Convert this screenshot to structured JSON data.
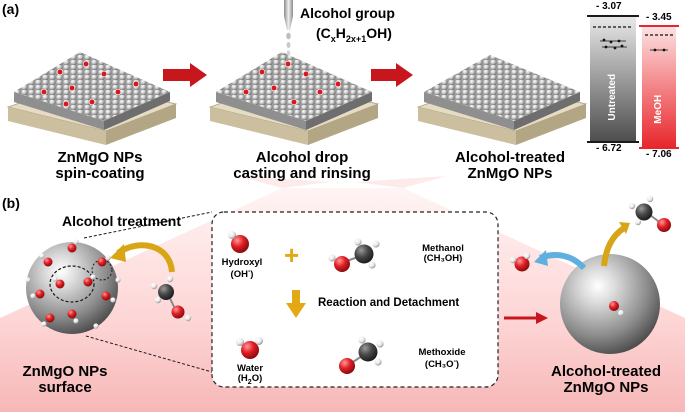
{
  "colors": {
    "panel_red": "#e8262b",
    "arrow_red": "#c8171c",
    "gold_arrow": "#d8a516",
    "blue_arrow": "#5fb0e0",
    "untreated_gray": "#5a5a5a",
    "meoh_red": "#e8262b",
    "substrate": "#e6dcc4",
    "oxygen_red": "#d8171c",
    "carbon_gray": "#444444"
  },
  "panel_a": {
    "label": "(a)",
    "step1": {
      "line1": "ZnMgO NPs",
      "line2": "spin-coating"
    },
    "step2": {
      "line1": "Alcohol drop",
      "line2": "casting and rinsing"
    },
    "step3": {
      "line1": "Alcohol-treated",
      "line2": "ZnMgO NPs"
    },
    "alcohol_group": {
      "line1": "Alcohol group",
      "formula_prefix": "(C",
      "sub_x": "x",
      "formula_mid": "H",
      "sub_2x1": "2x+1",
      "formula_suffix": "OH)"
    },
    "energy": {
      "untreated": {
        "label": "Untreated",
        "top": "- 3.07",
        "bottom": "- 6.72"
      },
      "meoh": {
        "label": "MeOH",
        "top": "- 3.45",
        "bottom": "- 7.06"
      }
    }
  },
  "panel_b": {
    "label": "(b)",
    "alcohol_treatment": "Alcohol treatment",
    "surface": {
      "line1": "ZnMgO NPs",
      "line2": "surface"
    },
    "treated": {
      "line1": "Alcohol-treated",
      "line2": "ZnMgO NPs"
    },
    "hydroxyl": {
      "name": "Hydroxyl",
      "formula": "(OH",
      "sup": "-",
      "close": ")"
    },
    "methanol": {
      "name": "Methanol",
      "formula": "(CH₃OH)"
    },
    "reaction": "Reaction and Detachment",
    "water": {
      "name": "Water",
      "formula_a": "(H",
      "sub": "2",
      "formula_b": "O)"
    },
    "methoxide": {
      "name": "Methoxide",
      "formula": "(CH₃O",
      "sup": "-",
      "close": ")"
    },
    "plus": "+"
  }
}
